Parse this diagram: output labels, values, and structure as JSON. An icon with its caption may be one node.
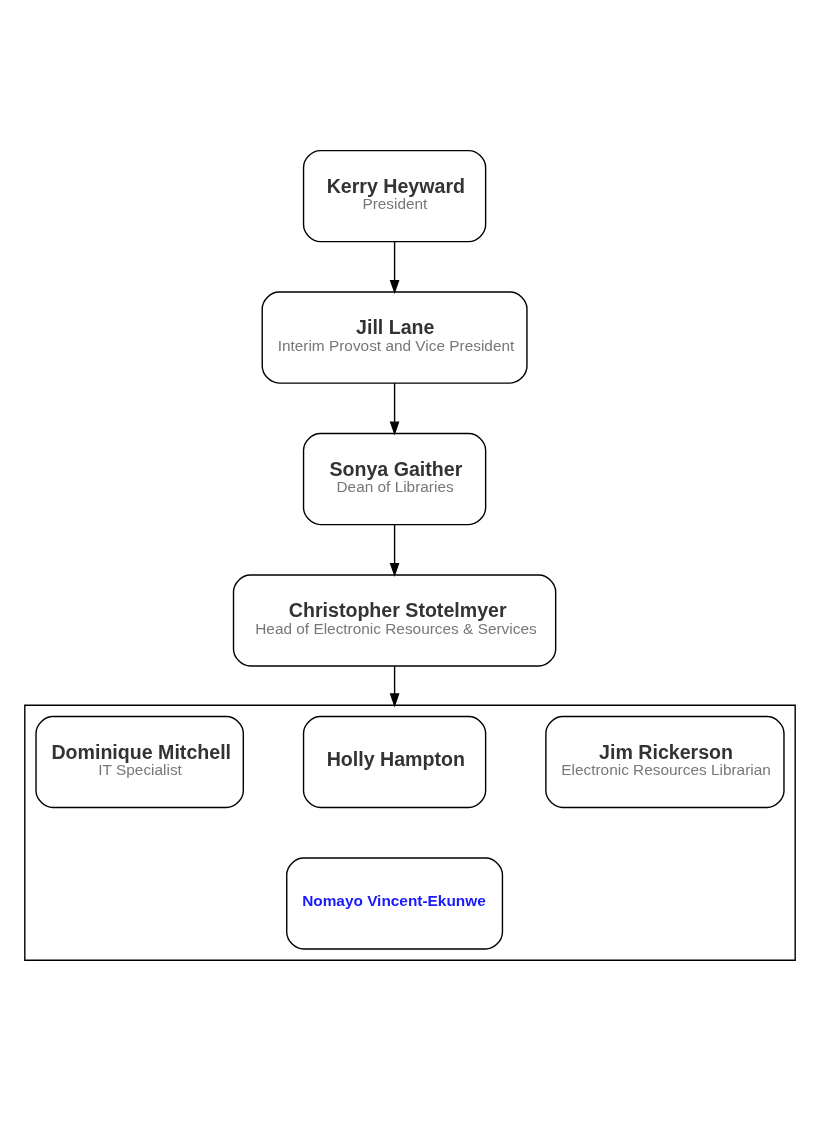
{
  "diagram": {
    "nodes": [
      {
        "text": [
          "Kerry Heyward",
          "President"
        ]
      },
      {
        "text": [
          "Jill Lane",
          "Interim Provost and Vice President"
        ]
      },
      {
        "text": [
          "Sonya Gaither",
          "Dean of Libraries"
        ]
      },
      {
        "text": [
          "Christopher Stotelmyer",
          "Head of Electronic Resources & Services"
        ]
      },
      {
        "text": [],
        "shape": "box"
      },
      {
        "text": [
          "Dominique Mitchell",
          "IT Specialist"
        ],
        "in": 4
      },
      {
        "text": [
          "Holly Hampton"
        ],
        "in": 4
      },
      {
        "text": [
          "Jim Rickerson",
          "Electronic Resources Librarian"
        ],
        "in": 4
      },
      {
        "text": [
          "Nomayo Vincent-Ekunwe"
        ],
        "in": 4
      }
    ],
    "edges": [
      {
        "from": 0,
        "to": 1,
        "arrow": "to"
      },
      {
        "from": 1,
        "to": 2,
        "arrow": "to"
      },
      {
        "from": 2,
        "to": 3,
        "arrow": "to"
      },
      {
        "from": 3,
        "to": 4,
        "arrow": "to"
      }
    ]
  }
}
